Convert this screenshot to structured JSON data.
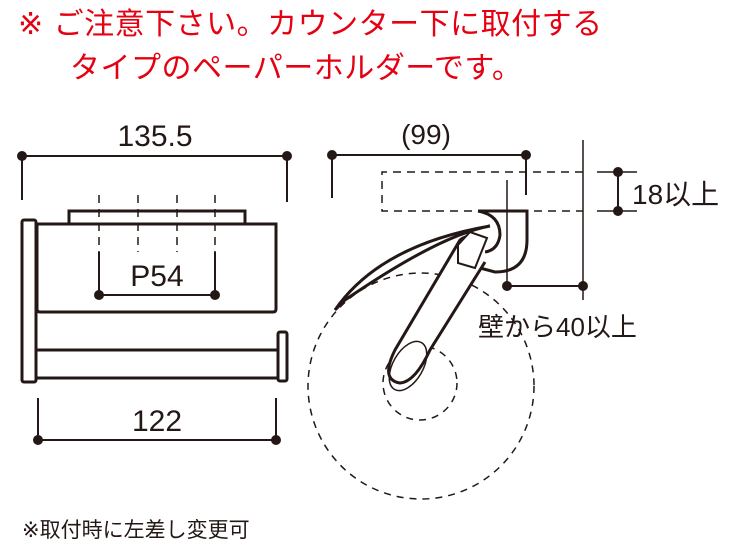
{
  "notice": {
    "line1": "※ ご注意下さい。カウンター下に取付する",
    "line2": "タイプのペーパーホルダーです。",
    "color": "#e50012"
  },
  "front_view": {
    "width_dim": "135.5",
    "pitch_dim": "P54",
    "bar_dim": "122"
  },
  "side_view": {
    "depth_dim": "(99)",
    "counter_dim": "18以上",
    "wall_dim": "壁から40以上"
  },
  "footer_note": "※取付時に左差し変更可"
}
